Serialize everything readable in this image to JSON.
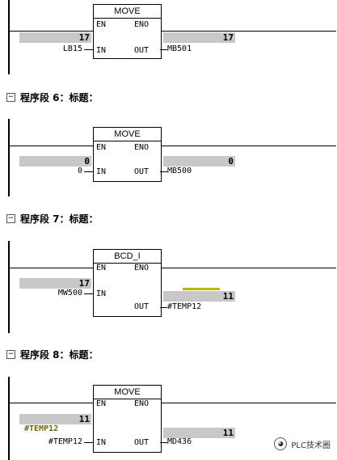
{
  "network5": {
    "block_title": "MOVE",
    "en": "EN",
    "eno": "ENO",
    "in_pin": "IN",
    "out_pin": "OUT",
    "in_operand": "LB15",
    "in_value": "17",
    "out_operand": "MB501",
    "out_value": "17"
  },
  "network6": {
    "header_label": "程序段 6：标题：",
    "block_title": "MOVE",
    "en": "EN",
    "eno": "ENO",
    "in_pin": "IN",
    "out_pin": "OUT",
    "in_operand": "0",
    "in_value": "0",
    "out_operand": "MB500",
    "out_value": "0"
  },
  "network7": {
    "header_label": "程序段 7：标题：",
    "block_title": "BCD_I",
    "en": "EN",
    "eno": "ENO",
    "in_pin": "IN",
    "out_pin": "OUT",
    "in_operand": "MW500",
    "in_value": "17",
    "out_operand": "#TEMP12",
    "out_value": "11"
  },
  "network8": {
    "header_label": "程序段 8：标题：",
    "block_title": "MOVE",
    "en": "EN",
    "eno": "ENO",
    "in_pin": "IN",
    "out_pin": "OUT",
    "in_operand": "#TEMP12",
    "in_value": "11",
    "in_annotation": "#TEMP12",
    "out_operand": "MD436",
    "out_value": "11"
  },
  "collapse_icon": "minus-box-icon",
  "watermark": {
    "text": "PLC技术圈",
    "icon": "wechat-icon"
  },
  "colors": {
    "status_bar": "#c8c8c8",
    "annotation": "#6b6b00"
  }
}
